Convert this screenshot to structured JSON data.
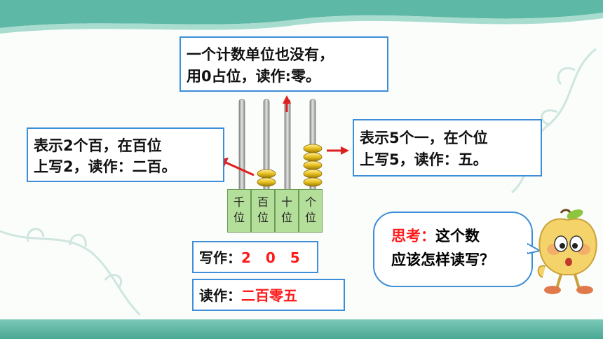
{
  "notes": {
    "top": [
      "一个计数单位也没有，",
      "用0占位，读作:零。"
    ],
    "left": [
      "表示2个百，在百位",
      "上写2，读作：二百。"
    ],
    "right": [
      "表示5个一，在个位",
      "上写5，读作：五。"
    ]
  },
  "place_labels": [
    "千位",
    "百位",
    "十位",
    "个位"
  ],
  "abacus": {
    "bead_counts": [
      0,
      2,
      0,
      5
    ]
  },
  "write": {
    "label": "写作：",
    "value": "2 0 5"
  },
  "read": {
    "label": "读作：",
    "value": "二百零五"
  },
  "think": {
    "title": "思考：",
    "line1": "这个数",
    "line2": "应该怎样读写？"
  },
  "colors": {
    "accent_red": "#ff1a1a",
    "box_border": "#3d8ed8",
    "band_green": "#49a893",
    "bead_gold": "#e8c020",
    "place_cell": "#b4df9a"
  },
  "icons": [
    "arrow-left-icon",
    "arrow-up-icon",
    "arrow-right-icon",
    "apple-mascot-icon"
  ]
}
